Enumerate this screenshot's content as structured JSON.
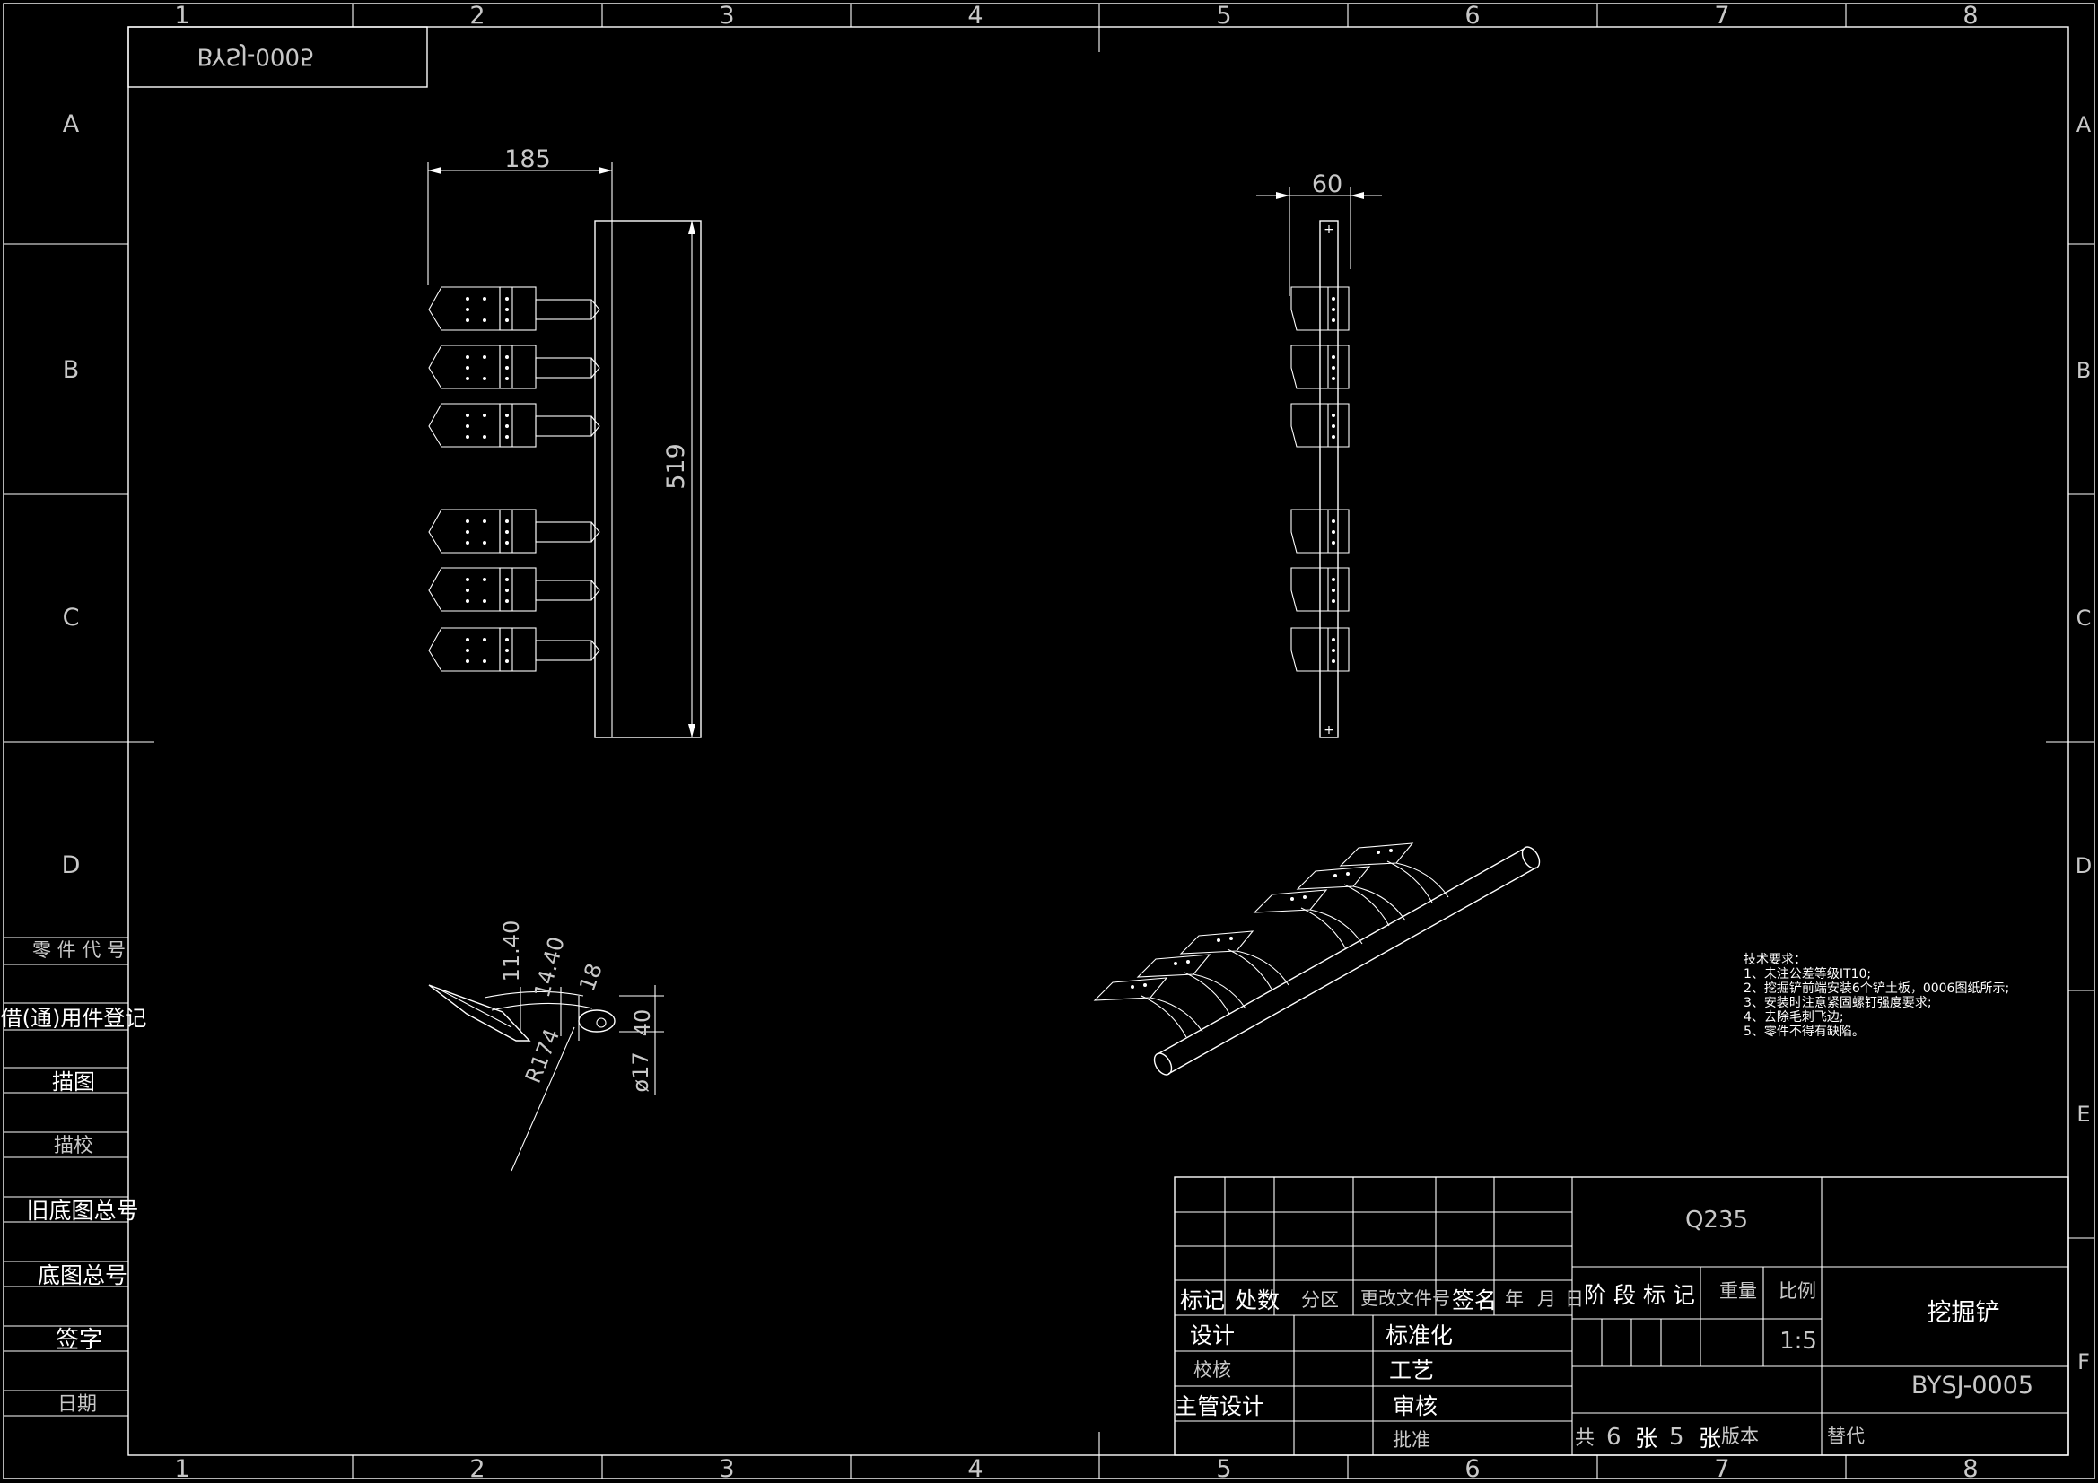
{
  "colors": {
    "background": "#000000",
    "line": "#ffffff",
    "text": "#ffffff",
    "dim_text": "#c8c8c8"
  },
  "border": {
    "columns": [
      "1",
      "2",
      "3",
      "4",
      "5",
      "6",
      "7",
      "8"
    ],
    "rows": [
      "A",
      "B",
      "C",
      "D",
      "E",
      "F"
    ]
  },
  "corner_code": "BYSJ-0005",
  "dimensions": {
    "front_width": "185",
    "front_height": "519",
    "side_width": "60",
    "section_a": "11.40",
    "section_b": "14.40",
    "section_c": "18",
    "section_d": "40",
    "section_radius": "R174",
    "section_dia": "ø17"
  },
  "left_column": {
    "part_code": "零 件 代 号",
    "borrow_register": "借(通)用件登记",
    "trace": "描图",
    "trace_check": "描校",
    "old_base_no": "旧底图总号",
    "base_no": "底图总号",
    "sign": "签字",
    "date": "日期"
  },
  "tech_requirements": {
    "heading": "技术要求：",
    "items": [
      "1、未注公差等级IT10;",
      "2、挖掘铲前端安装6个铲土板，0006图纸所示;",
      "3、安装时注意紧固螺钉强度要求;",
      "4、去除毛刺飞边;",
      "5、零件不得有缺陷。"
    ]
  },
  "title_block": {
    "material": "Q235",
    "mark": "标记",
    "count": "处数",
    "zone": "分区",
    "change_doc": "更改文件号",
    "signature": "签名",
    "year": "年",
    "month": "月",
    "day": "日",
    "design": "设计",
    "standardize": "标准化",
    "check": "校核",
    "craft": "工艺",
    "chief_design": "主管设计",
    "review": "审核",
    "approve": "批准",
    "stage_mark": "阶 段 标 记",
    "weight": "重量",
    "scale_label": "比例",
    "scale": "1:5",
    "part_name": "挖掘铲",
    "drawing_no": "BYSJ-0005",
    "total_label": "共",
    "total_sheets": "6",
    "sheet_label": "张",
    "sheet_no": "5",
    "sheet_label2": "张",
    "version": "版本",
    "replace": "替代"
  }
}
